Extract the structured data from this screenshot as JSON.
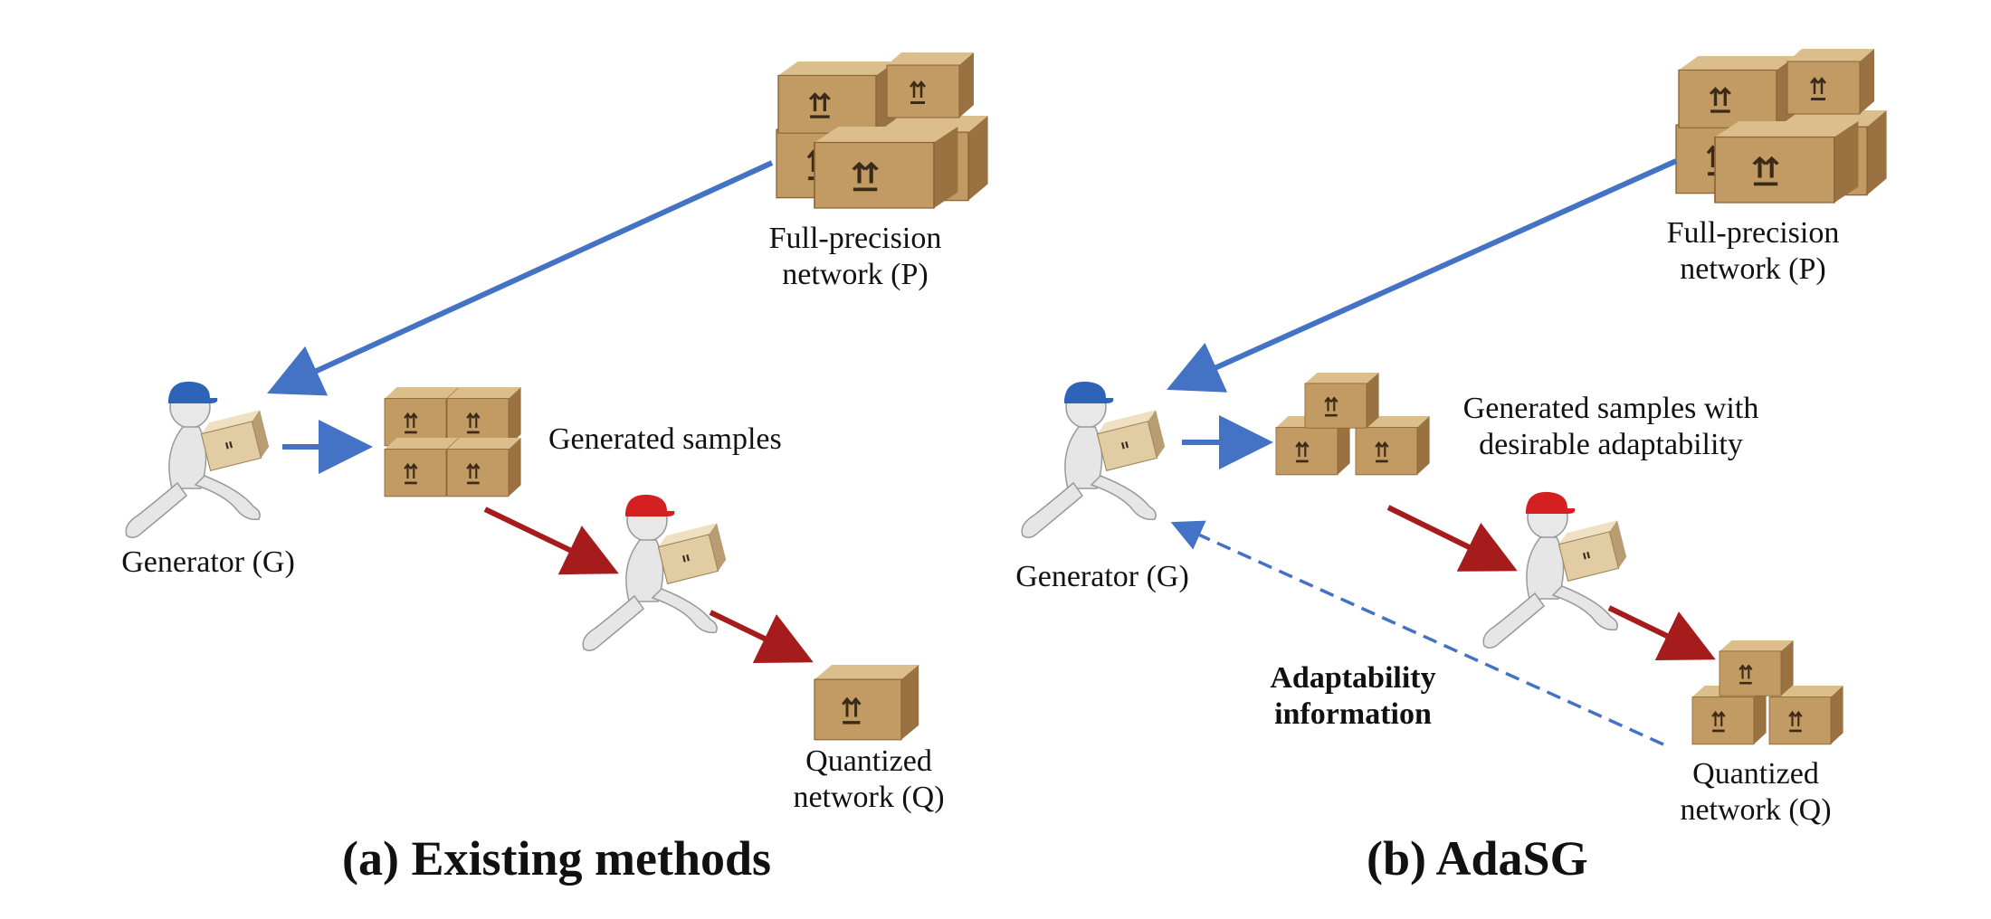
{
  "panel_a": {
    "full_precision_label": [
      "Full-precision",
      "network (P)"
    ],
    "generator_label": "Generator (G)",
    "samples_label": "Generated samples",
    "quantized_label": [
      "Quantized",
      "network (Q)"
    ],
    "caption": "(a) Existing methods"
  },
  "panel_b": {
    "full_precision_label": [
      "Full-precision",
      "network (P)"
    ],
    "generator_label": "Generator (G)",
    "samples_label": [
      "Generated samples with",
      "desirable adaptability"
    ],
    "quantized_label": [
      "Quantized",
      "network (Q)"
    ],
    "feedback_label": [
      "Adaptability",
      "information"
    ],
    "caption": "(b) AdaSG"
  },
  "colors": {
    "blue_arrow": "#4472c4",
    "red_arrow": "#a61c1c",
    "box_light": "#c29a63",
    "box_dark": "#8a6434",
    "cap_blue": "#2f63b8",
    "cap_red": "#d42020",
    "figure": "#e6e6e6"
  }
}
